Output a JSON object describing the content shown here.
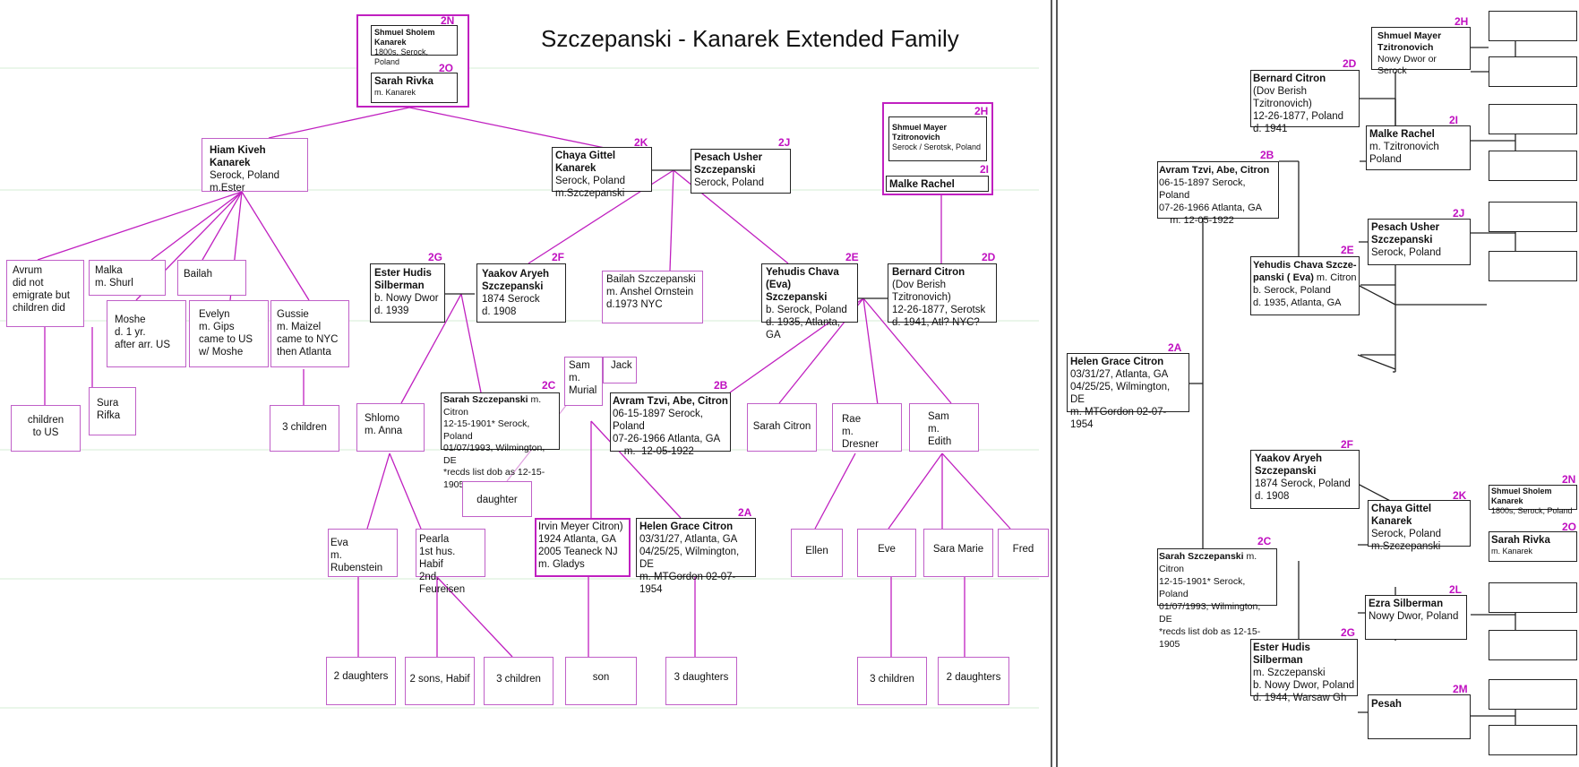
{
  "title": "Szczepanski - Kanarek Extended Family",
  "people": {
    "shmuel_sholem_kanarek": {
      "name": "Shmuel Sholem Kanarek",
      "details": [
        "1800s, Serock, Poland"
      ],
      "code": "2N"
    },
    "sarah_rivka": {
      "name": "Sarah Rivka",
      "details": [
        "m. Kanarek"
      ],
      "code": "2O"
    },
    "hiam_kiveh_kanarek": {
      "name": "Hiam Kiveh Kanarek",
      "details": [
        "Serock, Poland",
        "m.Ester"
      ]
    },
    "chaya_gittel_kanarek": {
      "name": "Chaya Gittel Kanarek",
      "details": [
        "Serock, Poland",
        "m.Szczepanski"
      ],
      "code": "2K"
    },
    "pesach_usher": {
      "name": "Pesach Usher Szczepanski",
      "details": [
        "Serock, Poland"
      ],
      "code": "2J"
    },
    "shmuel_mayer": {
      "name": "Shmuel Mayer Tzitronovich",
      "details": [
        "Serock / Serotsk, Poland"
      ],
      "code": "2H"
    },
    "malke_rachel": {
      "name": "Malke Rachel",
      "details": [],
      "code": "2I"
    },
    "avrum": {
      "lines": [
        "Avrum",
        "did not",
        "emigrate but",
        "children did"
      ]
    },
    "malka": {
      "lines": [
        "Malka",
        "m. Shurl"
      ]
    },
    "bailah_k": {
      "lines": [
        "Bailah"
      ]
    },
    "moshe": {
      "lines": [
        "Moshe",
        "d. 1 yr.",
        "after arr. US"
      ]
    },
    "evelyn": {
      "lines": [
        "Evelyn",
        "m. Gips",
        "came to US",
        "w/ Moshe"
      ]
    },
    "gussie": {
      "lines": [
        "Gussie",
        "m. Maizel",
        "came to NYC",
        "then Atlanta"
      ]
    },
    "children_to_us": {
      "lines": [
        "children",
        "to US"
      ]
    },
    "sura_rifka": {
      "lines": [
        "Sura",
        "Rifka"
      ]
    },
    "gussie_children": {
      "lines": [
        "3 children"
      ]
    },
    "ester_hudis": {
      "name": "Ester Hudis Silberman",
      "details": [
        "b. Nowy Dwor",
        "d. 1939"
      ],
      "code": "2G"
    },
    "yaakov_aryeh": {
      "name": "Yaakov Aryeh Szczepanski",
      "details": [
        "1874 Serock",
        "d. 1908"
      ],
      "code": "2F"
    },
    "bailah_sz": {
      "lines": [
        "Bailah Szczepanski",
        "m.  Anshel Ornstein",
        "d.1973 NYC"
      ]
    },
    "yehudis_chava": {
      "name": "Yehudis Chava (Eva) Szczepanski",
      "details": [
        "b. Serock, Poland",
        "d. 1935, Atlanta, GA"
      ],
      "code": "2E"
    },
    "bernard_citron": {
      "name": "Bernard Citron",
      "details": [
        "(Dov Berish Tzitronovich)",
        "12-26-1877, Serotsk",
        "d. 1941, Atl? NYC?"
      ],
      "code": "2D"
    },
    "sam_murial": {
      "lines": [
        "Sam",
        "m.",
        "Murial"
      ]
    },
    "jack": {
      "lines": [
        "Jack"
      ]
    },
    "shlomo": {
      "lines": [
        "Shlomo",
        "m. Anna"
      ]
    },
    "sarah_szczepanski": {
      "name": "Sarah Szczepanski",
      "name_suffix": " m. Citron",
      "details": [
        "12-15-1901* Serock, Poland",
        "01/07/1993, Wilmington, DE",
        "*recds list dob as 12-15-1905"
      ],
      "code": "2C"
    },
    "avram_tzvi": {
      "name": "Avram Tzvi, Abe, Citron",
      "details": [
        "06-15-1897 Serock, Poland",
        "07-26-1966 Atlanta, GA",
        "    m.  12-05-1922"
      ],
      "code": "2B"
    },
    "sarah_citron": {
      "lines": [
        "Sarah Citron"
      ]
    },
    "rae": {
      "lines": [
        "Rae",
        "m. Dresner"
      ]
    },
    "sam_edith": {
      "lines": [
        "Sam",
        "m. Edith"
      ]
    },
    "daughter": {
      "lines": [
        "daughter"
      ]
    },
    "eva_rubenstein": {
      "lines": [
        "Eva",
        "m. Rubenstein"
      ]
    },
    "pearla": {
      "lines": [
        "Pearla",
        "1st hus. Habif",
        "2nd. Feureisen"
      ]
    },
    "irvin": {
      "lines": [
        "Irvin Meyer Citron)",
        "1924 Atlanta, GA",
        "2005 Teaneck NJ",
        "m. Gladys"
      ]
    },
    "helen_grace": {
      "name": "Helen Grace Citron",
      "details": [
        "03/31/27, Atlanta, GA",
        "04/25/25, Wilmington, DE",
        "m. MTGordon 02-07-1954"
      ],
      "code": "2A"
    },
    "ellen": {
      "lines": [
        "Ellen"
      ]
    },
    "eve": {
      "lines": [
        "Eve"
      ]
    },
    "sara_marie": {
      "lines": [
        "Sara Marie"
      ]
    },
    "fred": {
      "lines": [
        "Fred"
      ]
    },
    "eva_daughters": {
      "lines": [
        "2 daughters"
      ]
    },
    "pearla_sons": {
      "lines": [
        "2 sons, Habif"
      ]
    },
    "pearla_children": {
      "lines": [
        "3 children"
      ]
    },
    "irvin_son": {
      "lines": [
        "son"
      ]
    },
    "helen_daughters": {
      "lines": [
        "3 daughters"
      ]
    },
    "eve_children": {
      "lines": [
        "3 children"
      ]
    },
    "saramarie_daughters": {
      "lines": [
        "2 daughters"
      ]
    }
  },
  "pedigree": {
    "helen": {
      "name": "Helen Grace Citron",
      "details": [
        "03/31/27, Atlanta, GA",
        "04/25/25, Wilmington, DE",
        "m. MTGordon 02-07-1954"
      ],
      "code": "2A"
    },
    "avram": {
      "name": "Avram Tzvi, Abe, Citron",
      "details": [
        "06-15-1897 Serock, Poland",
        "07-26-1966 Atlanta, GA",
        "    m. 12-05-1922"
      ],
      "code": "2B"
    },
    "sarah": {
      "name": "Sarah Szczepanski",
      "name_suffix": " m. Citron",
      "details": [
        "12-15-1901* Serock, Poland",
        "01/07/1993, Wilmington, DE",
        "*recds list dob as 12-15-1905"
      ],
      "code": "2C"
    },
    "bernard": {
      "name": "Bernard Citron",
      "details": [
        "(Dov Berish Tzitronovich)",
        "12-26-1877, Poland",
        "d. 1941"
      ],
      "code": "2D"
    },
    "yehudis": {
      "name": "Yehudis Chava Szcze-panski ( Eva)",
      "name_suffix": " m. Citron",
      "details": [
        "b. Serock, Poland",
        "d. 1935, Atlanta, GA"
      ],
      "code": "2E"
    },
    "yaakov": {
      "name": "Yaakov Aryeh Szczepanski",
      "details": [
        "1874 Serock, Poland",
        "d. 1908"
      ],
      "code": "2F"
    },
    "ester": {
      "name": "Ester Hudis Silberman",
      "details": [
        "m. Szczepanski",
        "b. Nowy Dwor, Poland",
        "d. 1944, Warsaw Gh"
      ],
      "code": "2G"
    },
    "shmuel_mayer": {
      "name": "Shmuel Mayer Tzitronovich",
      "details": [
        "Nowy Dwor or Serock"
      ],
      "code": "2H"
    },
    "malke": {
      "name": "Malke Rachel",
      "details": [
        "m. Tzitronovich",
        "Poland"
      ],
      "code": "2I"
    },
    "pesach": {
      "name": "Pesach Usher Szczepanski",
      "details": [
        "Serock, Poland"
      ],
      "code": "2J"
    },
    "chaya": {
      "name": "Chaya Gittel Kanarek",
      "details": [
        "Serock, Poland",
        "m.Szczepanski"
      ],
      "code": "2K"
    },
    "ezra": {
      "name": "Ezra Silberman",
      "details": [
        "Nowy Dwor, Poland"
      ],
      "code": "2L"
    },
    "pesah": {
      "name": "Pesah",
      "details": [],
      "code": "2M"
    },
    "shmuel_sholem": {
      "name": "Shmuel Sholem Kanarek",
      "details": [
        "1800s, Serock, Poland"
      ],
      "code": "2N"
    },
    "sarah_rivka": {
      "name": "Sarah Rivka",
      "details": [
        "m. Kanarek"
      ],
      "code": "2O"
    }
  }
}
